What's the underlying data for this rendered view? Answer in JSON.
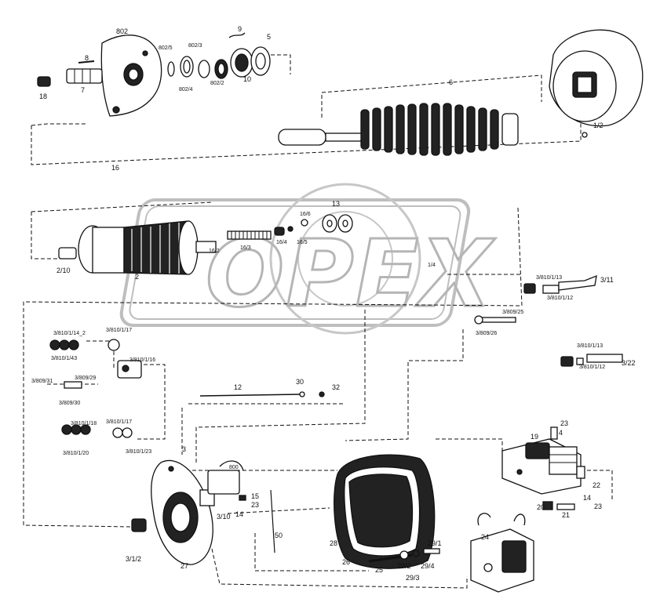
{
  "watermark": {
    "text": "OPEX"
  },
  "labels": {
    "l802": "802",
    "l8": "8",
    "l18": "18",
    "l7": "7",
    "l802_5": "802/5",
    "l802_3": "802/3",
    "l802_4": "802/4",
    "l802_2": "802/2",
    "l9": "9",
    "l5": "5",
    "l10": "10",
    "l6": "6",
    "l16": "16",
    "l1_2": "1/2",
    "l13": "13",
    "l16_6": "16/6",
    "l16_4": "16/4",
    "l16_5": "16/5",
    "l16_3": "16/3",
    "l16_2": "16/2",
    "l2_10": "2/10",
    "l2": "2",
    "l1_4": "1/4",
    "l3_810_1_13a": "3/810/1/13",
    "l3_11": "3/11",
    "l3_810_1_12a": "3/810/1/12",
    "l3_809_25": "3/809/25",
    "l3_809_26": "3/809/26",
    "l3_810_1_13b": "3/810/1/13",
    "l3_22": "3/22",
    "l3_810_1_12b": "3/810/1/12",
    "l3_810_1_14_2": "3/810/1/14_2",
    "l3_810_1_17a": "3/810/1/17",
    "l3_810_1_43": "3/810/1/43",
    "l3_810_1_16": "3/810/1/16",
    "l3_809_31": "3/809/31",
    "l3_809_29": "3/809/29",
    "l3_809_30": "3/809/30",
    "l12": "12",
    "l30": "30",
    "l32": "32",
    "l3_810_1_18": "3/810/1/18",
    "l3_810_1_17b": "3/810/1/17",
    "l3_810_1_20": "3/810/1/20",
    "l3_810_1_23": "3/810/1/23",
    "l23a": "23",
    "l4": "4",
    "l19": "19",
    "l3": "3",
    "l800": "800",
    "l15": "15",
    "l23b": "23",
    "l14a": "14",
    "l3_10": "3/10",
    "l50": "50",
    "l22": "22",
    "l14b": "14",
    "l23c": "23",
    "l20": "20",
    "l21": "21",
    "l3_1_2": "3/1/2",
    "l27": "27",
    "l28": "28",
    "l24": "24",
    "l29_1": "29/1",
    "l26": "26",
    "l25": "25",
    "l29_2": "29/2",
    "l29_4": "29/4",
    "l29_3": "29/3"
  },
  "icons": {
    "drive_end": "drive-end-bracket-icon",
    "pinion": "pinion-icon",
    "shaft": "drive-shaft-icon",
    "yoke": "field-yoke-icon",
    "armature": "armature-icon",
    "solenoid": "solenoid-icon",
    "field_coil": "field-coil-icon",
    "commutator_end": "commutator-end-bracket-icon",
    "relay": "relay-icon",
    "brush_holder": "brush-holder-icon"
  }
}
